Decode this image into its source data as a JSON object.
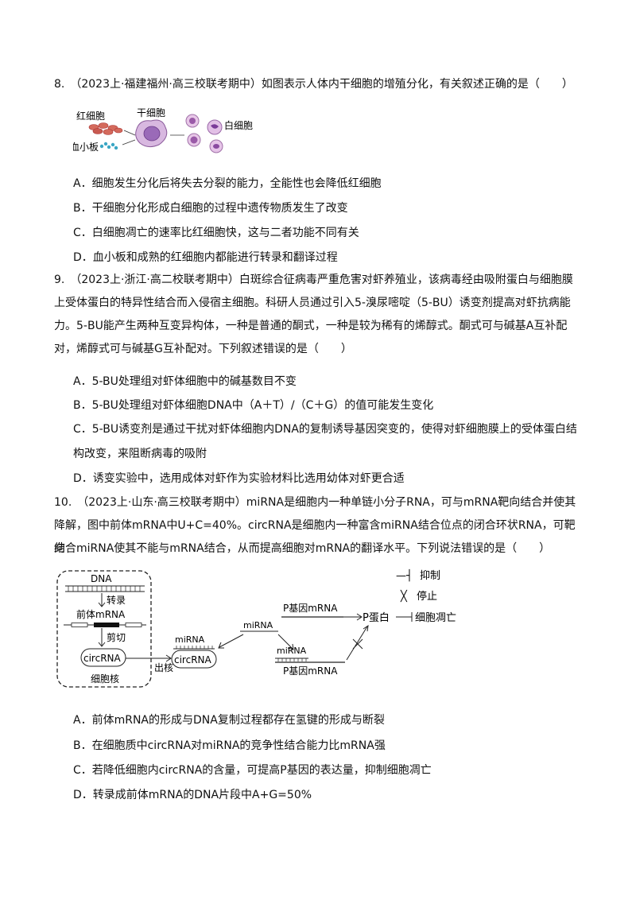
{
  "q8": {
    "stem": "8.　（2023上·福建福州·高三校联考期中）如图表示人体内干细胞的增殖分化，有关叙述正确的是（　　）",
    "figure": {
      "red_cell": "红细胞",
      "stem_cell": "干细胞",
      "white_cell": "白细胞",
      "platelet": "血小板"
    },
    "options": [
      "A．细胞发生分化后将失去分裂的能力，全能性也会降低红细胞",
      "B．干细胞分化形成白细胞的过程中遗传物质发生了改变",
      "C．白细胞凋亡的速率比红细胞快，这与二者功能不同有关",
      "D．血小板和成熟的红细胞内都能进行转录和翻译过程"
    ]
  },
  "q9": {
    "stem_lines": [
      "9.　（2023上·浙江·高二校联考期中）白斑综合征病毒严重危害对虾养殖业，该病毒经由吸附蛋白与细胞膜",
      "上受体蛋白的特异性结合而入侵宿主细胞。科研人员通过引入5-溴尿嘧啶（5-BU）诱变剂提高对虾抗病能",
      "力。5-BU能产生两种互变异构体，一种是普通的酮式，一种是较为稀有的烯醇式。酮式可与碱基A互补配",
      "对，烯醇式可与碱基G互补配对。下列叙述错误的是（　　）"
    ],
    "options": [
      "A．5-BU处理组对虾体细胞中的碱基数目不变",
      "B．5-BU处理组对虾体细胞DNA中（A＋T）/（C＋G）的值可能发生变化",
      "C．5-BU诱变剂是通过干扰对虾体细胞内DNA的复制诱导基因突变的，使得对虾细胞膜上的受体蛋白结",
      "构改变，来阻断病毒的吸附",
      "D．诱变实验中，选用成体对虾作为实验材料比选用幼体对虾更合适"
    ]
  },
  "q10": {
    "stem_lines": [
      "10.　（2023上·山东·高三校联考期中）miRNA是细胞内一种单链小分子RNA，可与mRNA靶向结合并使其",
      "降解，图中前体mRNA中U+C=40%。circRNA是细胞内一种富含miRNA结合位点的闭合环状RNA，可靶向",
      "结合miRNA使其不能与mRNA结合，从而提高细胞对mRNA的翻译水平。下列说法错误的是（　　）"
    ],
    "figure": {
      "dna": "DNA",
      "transcription": "转录",
      "pre_mrna": "前体mRNA",
      "splice": "剪切",
      "circrna": "circRNA",
      "nucleus": "细胞核",
      "export": "出核",
      "mirna": "miRNA",
      "p_mrna": "P基因mRNA",
      "p_protein": "P蛋白",
      "apoptosis": "细胞凋亡",
      "legend_inhibit_symbol": "—┤",
      "legend_inhibit": "抑制",
      "legend_stop_symbol": "╳",
      "legend_stop": "停止"
    },
    "options": [
      "A．前体mRNA的形成与DNA复制过程都存在氢键的形成与断裂",
      "B．在细胞质中circRNA对miRNA的竞争性结合能力比mRNA强",
      "C．若降低细胞内circRNA的含量，可提高P基因的表达量，抑制细胞凋亡",
      "D．转录成前体mRNA的DNA片段中A+G=50%"
    ]
  }
}
